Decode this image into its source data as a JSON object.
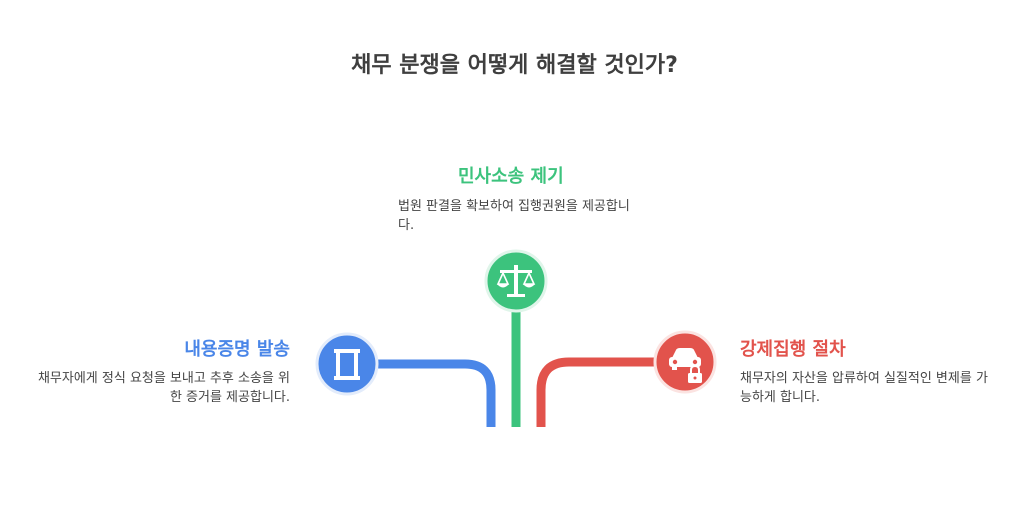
{
  "title": "채무 분쟁을 어떻게 해결할 것인가?",
  "colors": {
    "blue": "#4a86e8",
    "green": "#3cc37d",
    "red": "#e2534c",
    "text": "#444444",
    "title": "#3f3f3f"
  },
  "options": [
    {
      "heading": "내용증명 발송",
      "description": "채무자에게 정식 요청을 보내고 추후 소송을 위한 증거를 제공합니다.",
      "icon": "document-icon",
      "color": "#4a86e8"
    },
    {
      "heading": "민사소송 제기",
      "description": "법원 판결을 확보하여 집행권원을 제공합니다.",
      "icon": "scales-icon",
      "color": "#3cc37d"
    },
    {
      "heading": "강제집행 절차",
      "description": "채무자의 자산을 압류하여 실질적인 변제를 가능하게 합니다.",
      "icon": "locked-car-icon",
      "color": "#e2534c"
    }
  ]
}
